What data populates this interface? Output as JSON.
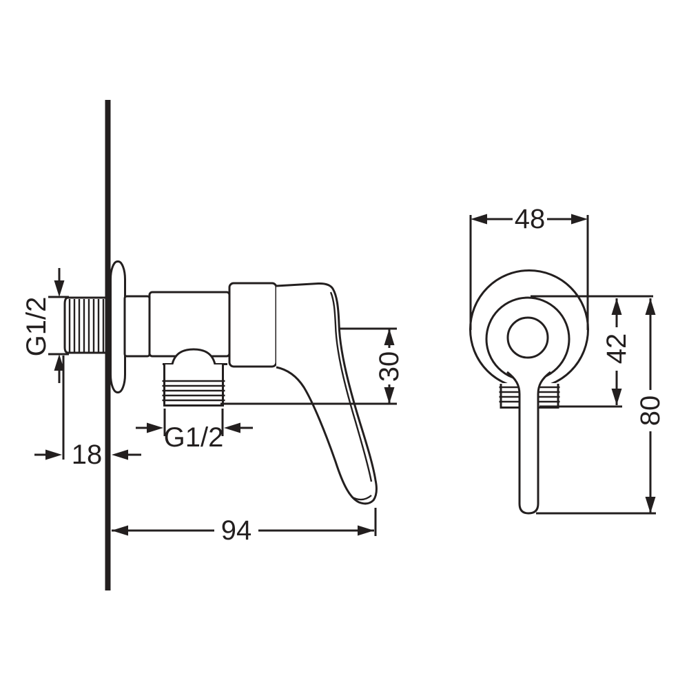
{
  "drawing": {
    "kind": "technical-dimension-drawing",
    "subject": "wall-mounted angle valve with lever handle, two orthographic views",
    "colors": {
      "line": "#231f1f",
      "background": "#ffffff"
    },
    "views": {
      "side": {
        "dims": {
          "inlet_thread": {
            "label": "G1/2",
            "orientation": "vertical"
          },
          "wall_offset": {
            "label": "18",
            "orientation": "horizontal"
          },
          "outlet_thread": {
            "label": "G1/2",
            "orientation": "horizontal"
          },
          "outlet_drop": {
            "label": "30",
            "orientation": "vertical"
          },
          "overall_length": {
            "label": "94",
            "orientation": "horizontal"
          }
        }
      },
      "front": {
        "dims": {
          "width": {
            "label": "48",
            "orientation": "horizontal"
          },
          "ring_height": {
            "label": "42",
            "orientation": "vertical"
          },
          "overall_height": {
            "label": "80",
            "orientation": "vertical"
          }
        }
      }
    }
  }
}
